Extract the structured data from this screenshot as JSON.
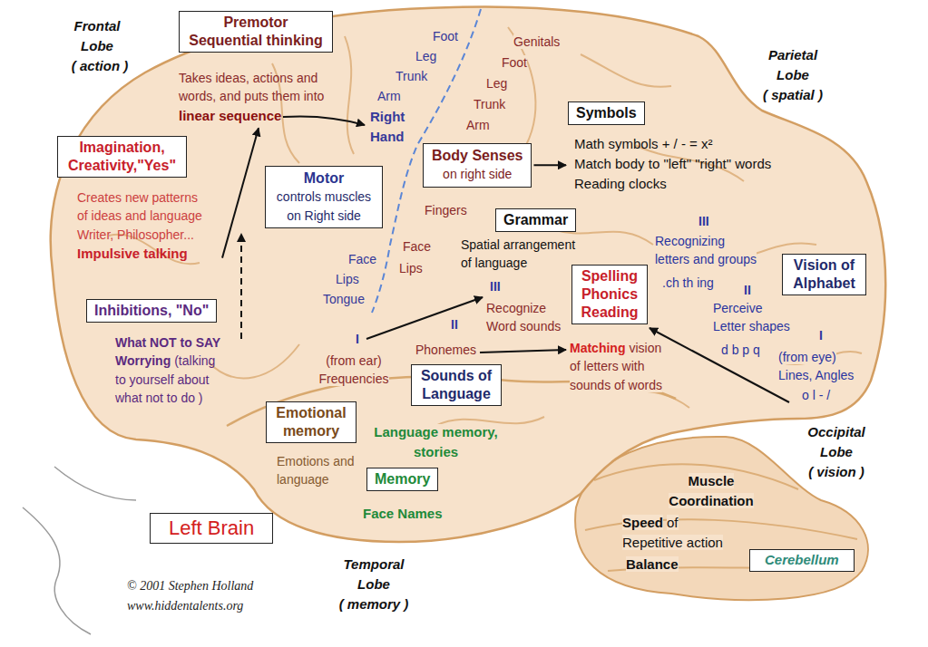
{
  "diagram": {
    "nodes": [
      {
        "text": [
          "Premotor Sequential thinking",
          "Takes ideas, actions and words, and puts them into",
          "linear sequence"
        ]
      },
      {
        "text": [
          "Imagination, Creativity,\"Yes\"",
          "Creates new patterns of ideas and language Writer, Philosopher...",
          "Impulsive talking"
        ]
      },
      {
        "text": [
          "Inhibitions, \"No\"",
          "What NOT to SAY",
          "Worrying",
          "(talking to yourself about what not to do )"
        ]
      },
      {
        "text": [
          "Motor",
          "controls muscles on Right side"
        ]
      },
      {
        "text": [
          "Body Senses",
          "on right side"
        ]
      },
      {
        "text": [
          "Symbols",
          "Math symbols + / - = x²",
          "Match body to \"left\" \"right\" words",
          "Reading clocks"
        ]
      },
      {
        "text": [
          "Grammar",
          "Spatial arrangement of language"
        ]
      },
      {
        "text": [
          "Vision of Alphabet"
        ]
      },
      {
        "text": [
          "Spelling Phonics Reading"
        ]
      },
      {
        "text": [
          "Sounds of Language"
        ]
      },
      {
        "text": [
          "Emotional memory",
          "Emotions and language"
        ]
      },
      {
        "text": [
          "Memory"
        ]
      },
      {
        "text": [
          "Left Brain"
        ]
      },
      {
        "text": [
          "Cerebellum"
        ]
      }
    ],
    "edges": [
      {
        "from": 1,
        "to": 0,
        "arrow": "to"
      },
      {
        "from": 4,
        "to": 5,
        "arrow": "to"
      }
    ],
    "labels": [
      "Frontal Lobe",
      "( action )",
      "Foot",
      "Leg",
      "Trunk",
      "Arm",
      "Right Hand",
      "Genitals",
      "Foot",
      "Leg",
      "Trunk",
      "Arm",
      "Fingers",
      "Face",
      "Lips",
      "Tongue",
      "Face",
      "Lips",
      "Parietal Lobe",
      "( spatial )",
      "III",
      "Recognizing letters and groups",
      ".ch th ing",
      "II",
      "Perceive Letter shapes",
      "d b p q",
      "I",
      "(from eye) Lines, Angles",
      "o l - /",
      "Occipital Lobe",
      "( vision )",
      "III",
      "Recognize Word sounds",
      "II",
      "Phonemes",
      "I",
      "(from ear) Frequencies",
      "Matching",
      "vision of letters with sounds of words",
      "Language memory, stories",
      "Face Names",
      "Muscle Coordination",
      "Speed",
      "of Repetitive action",
      "Balance",
      "Temporal Lobe",
      "( memory )",
      "© 2001 Stephen Holland",
      "www.hiddentalents.org"
    ]
  }
}
